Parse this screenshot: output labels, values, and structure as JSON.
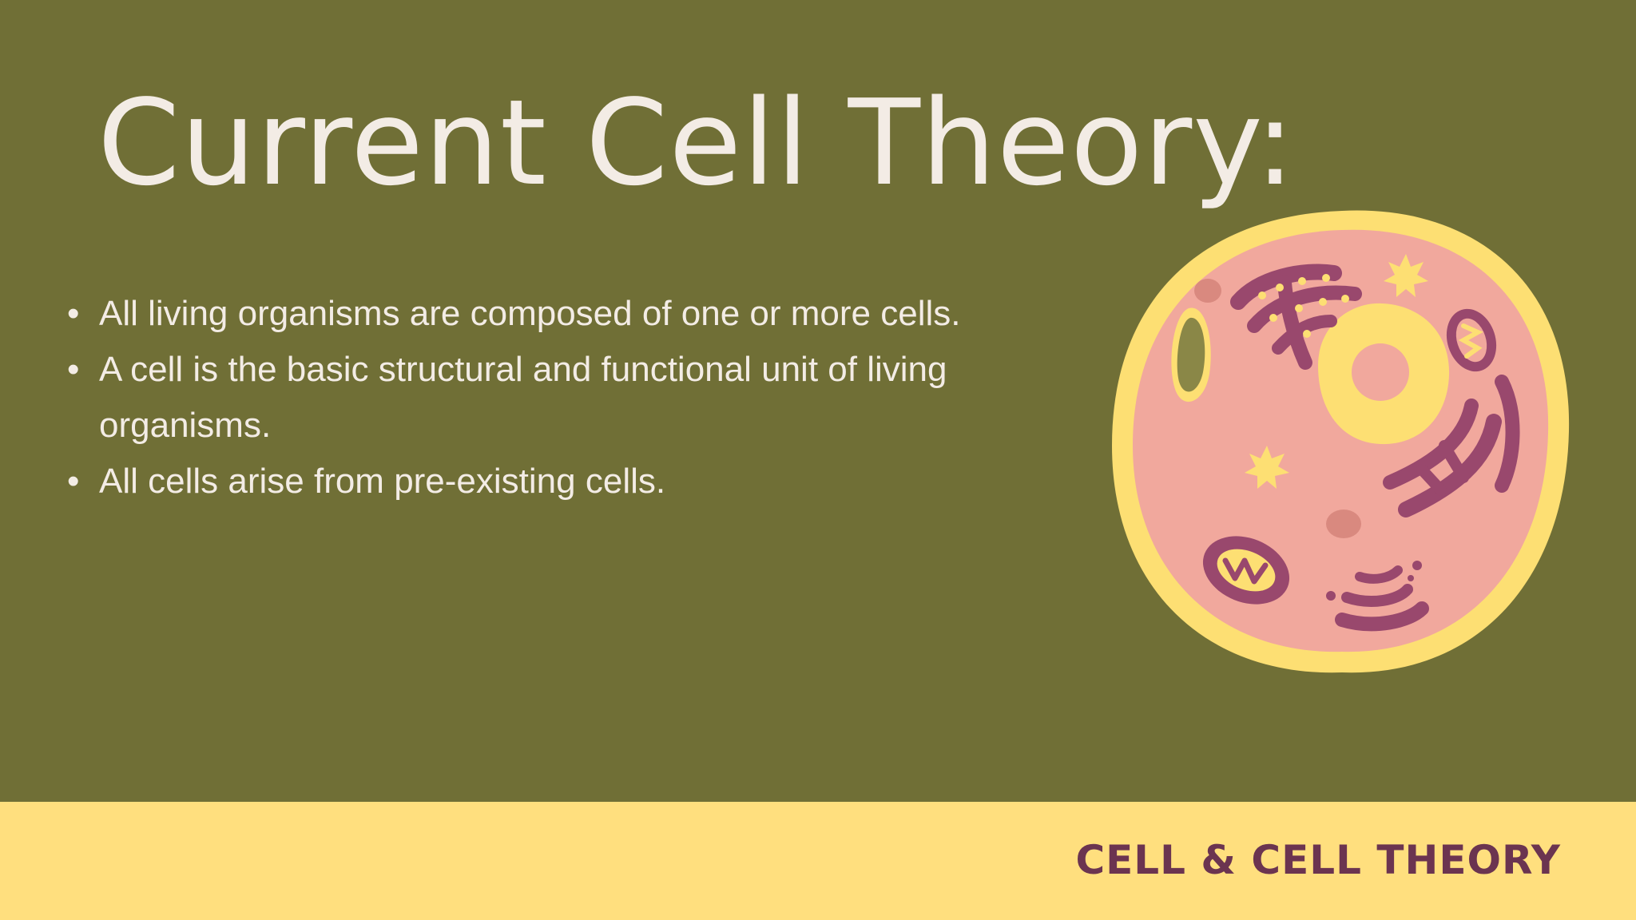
{
  "slide": {
    "title": "Current Cell Theory:",
    "bullet_symbol": "•",
    "bullets": [
      "All living organisms are composed of one or more cells.",
      "A cell is the basic structural and functional unit of living organisms.",
      "All cells arise from pre-existing cells."
    ],
    "footer_label": "CELL & CELL THEORY",
    "illustration_icon": "animal-cell-icon"
  },
  "colors": {
    "background": "#706f36",
    "title_text": "#f3ece5",
    "footer_band": "#ffdf7e",
    "footer_text": "#6b3450",
    "cell_membrane": "#fddf73",
    "cytoplasm": "#f1a89d",
    "organelles": "#99486d",
    "vacuole": "#8a8747"
  }
}
